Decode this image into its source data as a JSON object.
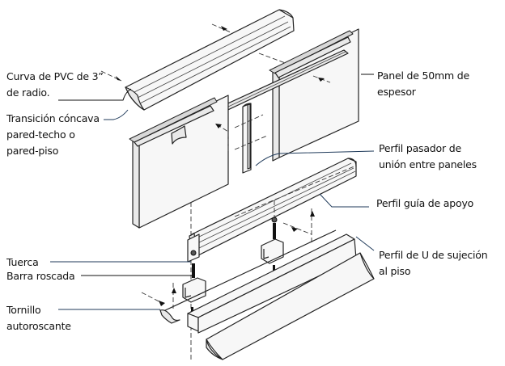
{
  "diagram": {
    "labels": {
      "curva_pvc": [
        "Curva de PVC de 3”",
        "de radio."
      ],
      "transicion": [
        "Transición cóncava",
        "pared-techo o",
        "pared-piso"
      ],
      "panel": [
        "Panel de 50mm de",
        "espesor"
      ],
      "perfil_pasador": [
        "Perfil pasador de",
        "unión entre paneles"
      ],
      "perfil_guia": [
        "Perfil guía de apoyo"
      ],
      "perfil_u": [
        "Perfil de U de sujeción",
        "al piso"
      ],
      "tuerca": [
        "Tuerca"
      ],
      "barra": [
        "Barra roscada"
      ],
      "tornillo": [
        "Tornillo",
        "autoroscante"
      ]
    },
    "colors": {
      "line": "#222222",
      "leader": "#1f3a5a",
      "background": "#ffffff"
    }
  }
}
